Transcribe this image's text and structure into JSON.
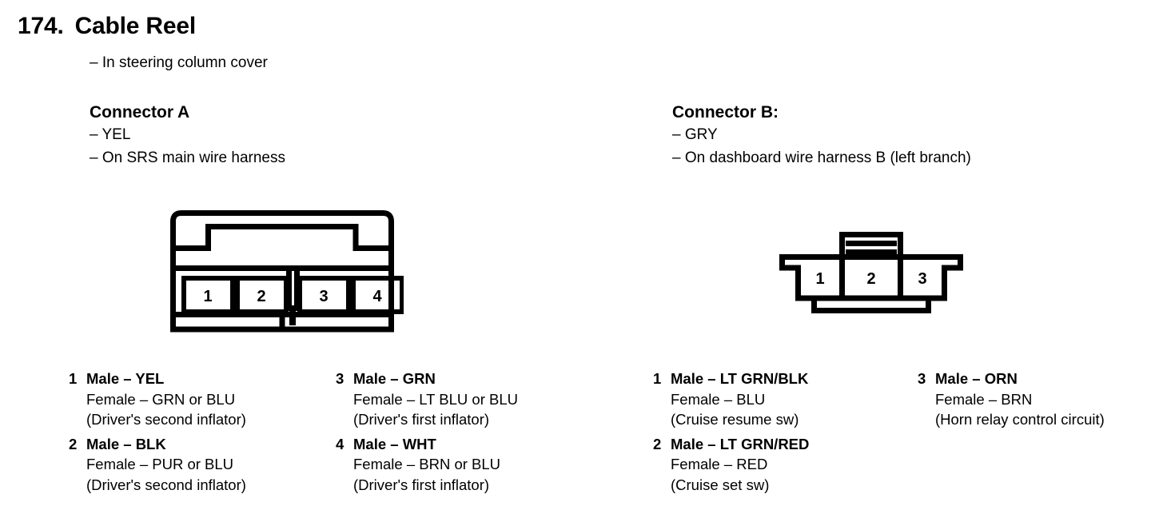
{
  "heading": {
    "number": "174.",
    "title": "Cable Reel",
    "subtitle": "– In steering column cover"
  },
  "connector_a": {
    "title": "Connector A",
    "color_note": "– YEL",
    "harness_note": "– On SRS main wire harness",
    "pin_labels": [
      "1",
      "2",
      "3",
      "4"
    ],
    "pins": [
      {
        "index": "1",
        "male": "Male – YEL",
        "female": "Female – GRN or BLU",
        "desc": "(Driver's second inflator)"
      },
      {
        "index": "2",
        "male": "Male – BLK",
        "female": "Female – PUR or BLU",
        "desc": "(Driver's second inflator)"
      },
      {
        "index": "3",
        "male": "Male – GRN",
        "female": "Female – LT BLU or BLU",
        "desc": "(Driver's first inflator)"
      },
      {
        "index": "4",
        "male": "Male – WHT",
        "female": "Female – BRN or BLU",
        "desc": "(Driver's first inflator)"
      }
    ]
  },
  "connector_b": {
    "title": "Connector B:",
    "color_note": "– GRY",
    "harness_note": "– On dashboard wire harness B (left branch)",
    "pin_labels": [
      "1",
      "2",
      "3"
    ],
    "pins": [
      {
        "index": "1",
        "male": "Male – LT GRN/BLK",
        "female": "Female – BLU",
        "desc": "(Cruise resume sw)"
      },
      {
        "index": "2",
        "male": "Male – LT GRN/RED",
        "female": "Female – RED",
        "desc": "(Cruise set sw)"
      },
      {
        "index": "3",
        "male": "Male – ORN",
        "female": "Female – BRN",
        "desc": "(Horn relay control circuit)"
      }
    ]
  },
  "colors": {
    "ink": "#000000",
    "paper": "#ffffff"
  }
}
